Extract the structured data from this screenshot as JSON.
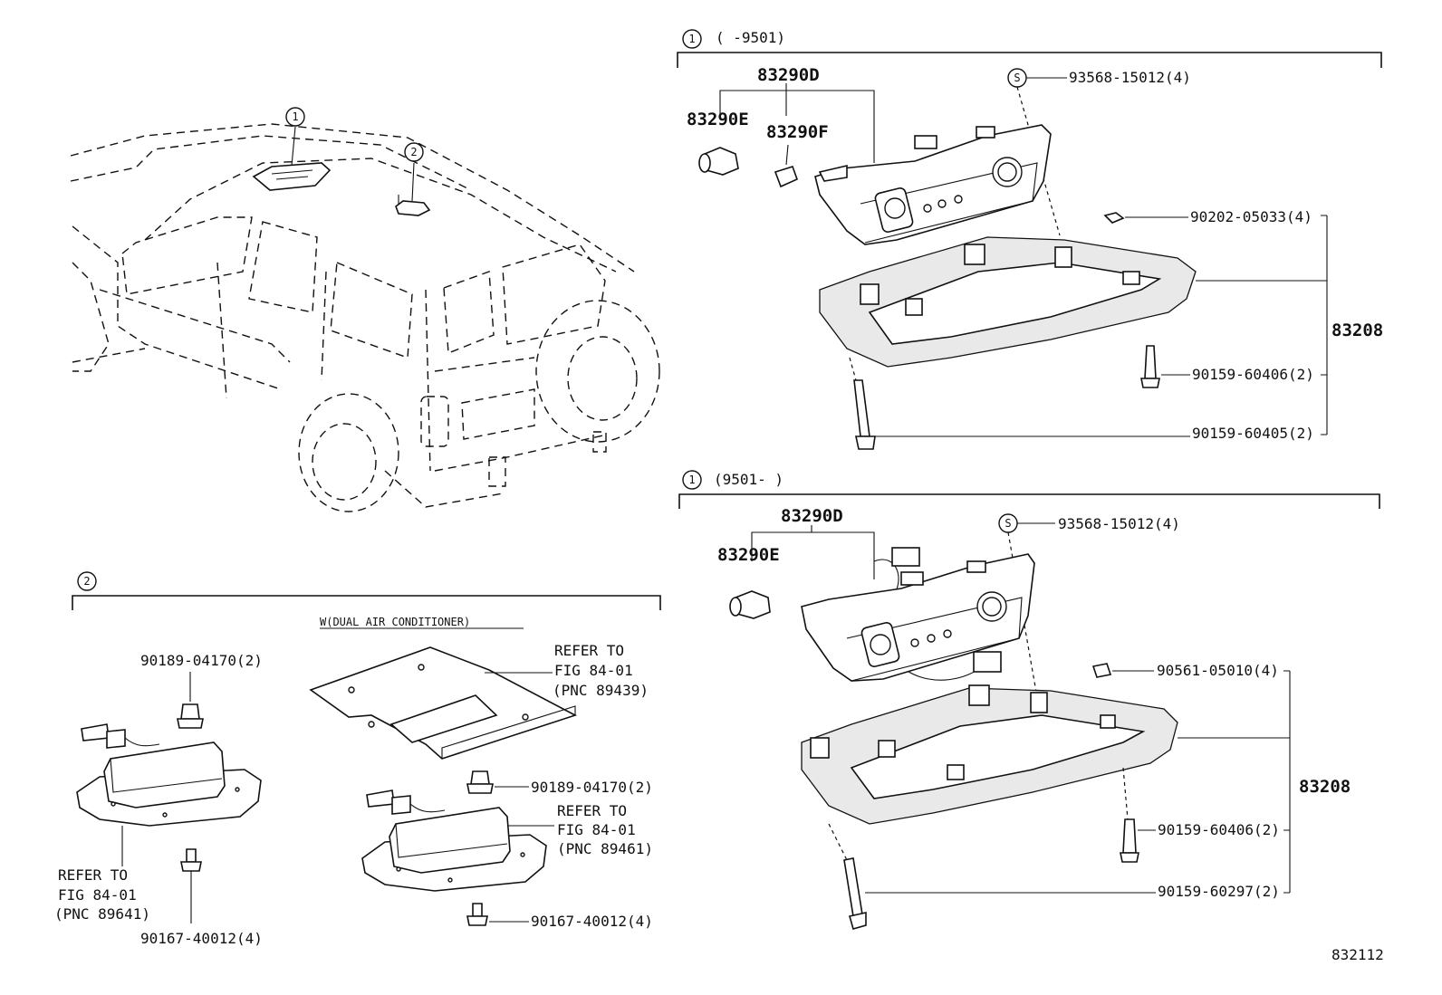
{
  "diagram": {
    "catalog_id": "832112",
    "callouts": {
      "one": "1",
      "two": "2",
      "s": "S"
    },
    "top_section": {
      "range": "(      -9501)",
      "parts": {
        "p83290D": "83290D",
        "p83290E": "83290E",
        "p83290F": "83290F",
        "screw": "93568-15012(4)",
        "clip": "90202-05033(4)",
        "assembly": "83208",
        "bolt_a": "90159-60406(2)",
        "bolt_b": "90159-60405(2)"
      }
    },
    "bottom_section": {
      "range": "(9501-      )",
      "parts": {
        "p83290D": "83290D",
        "p83290E": "83290E",
        "screw": "93568-15012(4)",
        "nut": "90561-05010(4)",
        "assembly": "83208",
        "bolt_a": "90159-60406(2)",
        "bolt_b": "90159-60297(2)"
      }
    },
    "section_two": {
      "condition": "W(DUAL AIR CONDITIONER)",
      "parts": {
        "clip_left": "90189-04170(2)",
        "clip_right": "90189-04170(2)",
        "screw_left": "90167-40012(4)",
        "screw_right": "90167-40012(4)"
      },
      "refs": {
        "plate": [
          "REFER TO",
          "FIG 84-01",
          "(PNC 89439)"
        ],
        "lamp_right": [
          "REFER TO",
          "FIG 84-01",
          "(PNC 89461)"
        ],
        "lamp_left": [
          "REFER TO",
          "FIG 84-01",
          "(PNC 89641)"
        ]
      }
    }
  }
}
